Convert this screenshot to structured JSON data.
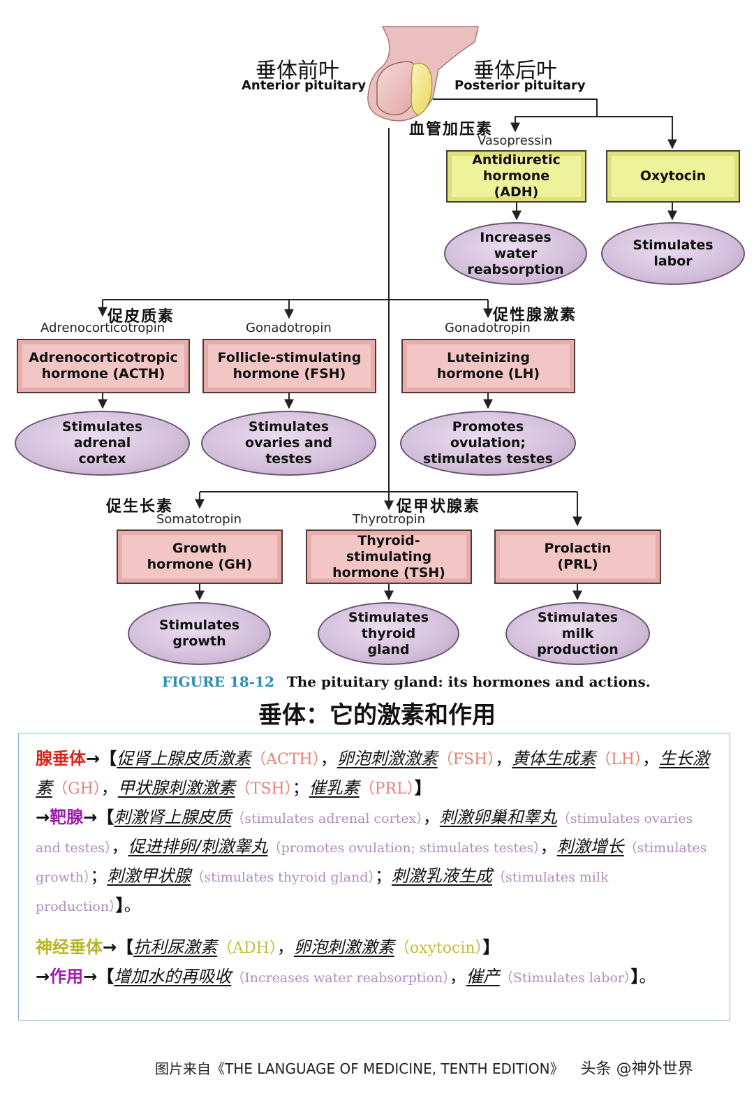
{
  "header": {
    "anterior_cn": "垂体前叶",
    "anterior_en": "Anterior pituitary",
    "posterior_cn": "垂体后叶",
    "posterior_en": "Posterior pituitary"
  },
  "posterior": {
    "vasopressin_cn": "血管加压素",
    "vasopressin_en": "Vasopressin",
    "adh_box": "Antidiuretic hormone (ADH)",
    "adh_effect": "Increases water reabsorption",
    "oxytocin_box": "Oxytocin",
    "oxytocin_effect": "Stimulates labor"
  },
  "anterior_row1": {
    "acth_cn": "促皮质素",
    "acth_en": "Adrenocorticotropin",
    "acth_box": "Adrenocorticotropic hormone (ACTH)",
    "acth_effect": "Stimulates adrenal cortex",
    "fsh_en": "Gonadotropin",
    "fsh_box": "Follicle-stimulating hormone (FSH)",
    "fsh_effect": "Stimulates ovaries and testes",
    "lh_cn": "促性腺激素",
    "lh_en": "Gonadotropin",
    "lh_box": "Luteinizing hormone (LH)",
    "lh_effect": "Promotes ovulation; stimulates testes"
  },
  "anterior_row2": {
    "gh_cn": "促生长素",
    "gh_en": "Somatotropin",
    "gh_box": "Growth hormone (GH)",
    "gh_effect": "Stimulates growth",
    "tsh_cn": "促甲状腺素",
    "tsh_en": "Thyrotropin",
    "tsh_box": "Thyroid-stimulating hormone (TSH)",
    "tsh_effect": "Stimulates thyroid gland",
    "prl_box": "Prolactin (PRL)",
    "prl_effect": "Stimulates milk production"
  },
  "caption": {
    "figure_label": "FIGURE 18-12",
    "figure_text": "The pituitary gland: its hormones and actions.",
    "cn_title": "垂体：它的激素和作用"
  },
  "summary": {
    "adeno_label": "腺垂体",
    "arrow": "→",
    "lb": "【",
    "rb": "】",
    "end": "。",
    "comma": "，",
    "semicolon": "；",
    "h_acth": "促肾上腺皮质激素",
    "ab_acth": "（ACTH）",
    "h_fsh": "卵泡刺激激素",
    "ab_fsh": "（FSH）",
    "h_lh": "黄体生成素",
    "ab_lh": "（LH）",
    "h_gh": "生长激素",
    "ab_gh": "（GH）",
    "h_tsh": "甲状腺刺激激素",
    "ab_tsh": "（TSH）",
    "h_prl": "催乳素",
    "ab_prl": "（PRL）",
    "target_label": "靶腺",
    "t1": "刺激肾上腺皮质",
    "t1_en": "（stimulates adrenal cortex）",
    "t2": "刺激卵巢和睾丸",
    "t2_en": "（stimulates ovaries and testes）",
    "t3": "促进排卵/刺激睾丸",
    "t3_en": "（promotes ovulation; stimulates testes）",
    "t4": "刺激增长",
    "t4_en": "（stimulates growth）",
    "t5": "刺激甲状腺",
    "t5_en": "（stimulates thyroid gland）",
    "t6": "刺激乳液生成",
    "t6_en": "（stimulates milk production）",
    "neuro_label": "神经垂体",
    "n1": "抗利尿激素",
    "n1_ab": "（ADH）",
    "n2": "卵泡刺激激素",
    "n2_ab": "（oxytocin）",
    "action_label": "作用",
    "a1": "增加水的再吸收",
    "a1_en": "（Increases water reabsorption）",
    "a2": "催产",
    "a2_en": "（Stimulates labor）"
  },
  "footer": {
    "source": "图片来自《THE LANGUAGE OF MEDICINE, TENTH EDITION》",
    "watermark": "头条 @神外世界"
  }
}
